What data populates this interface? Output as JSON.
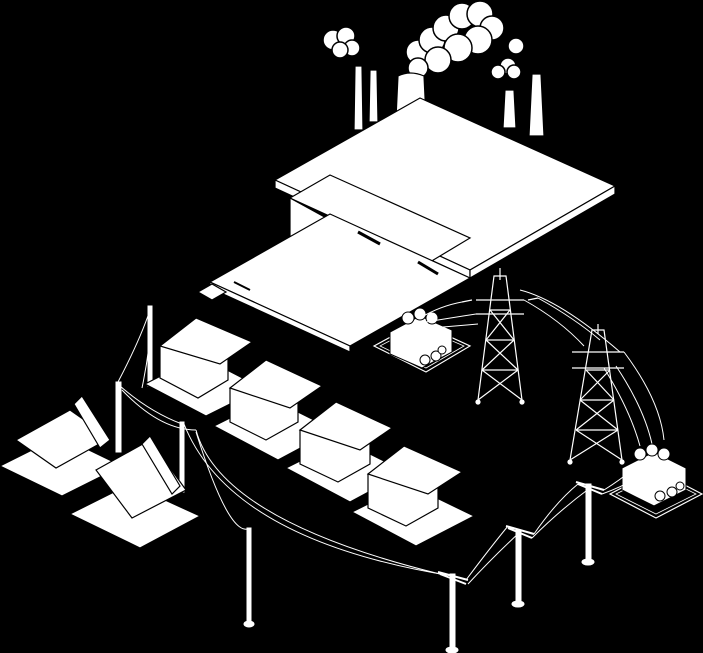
{
  "scene": {
    "background_color": "#000000",
    "fill_color": "#ffffff",
    "line_color": "#ffffff",
    "elements": [
      "power-plant",
      "smoke-clouds",
      "smokestacks",
      "step-up-substation",
      "transmission-tower",
      "transmission-lines",
      "step-down-substation",
      "distribution-poles",
      "distribution-lines",
      "houses"
    ]
  }
}
